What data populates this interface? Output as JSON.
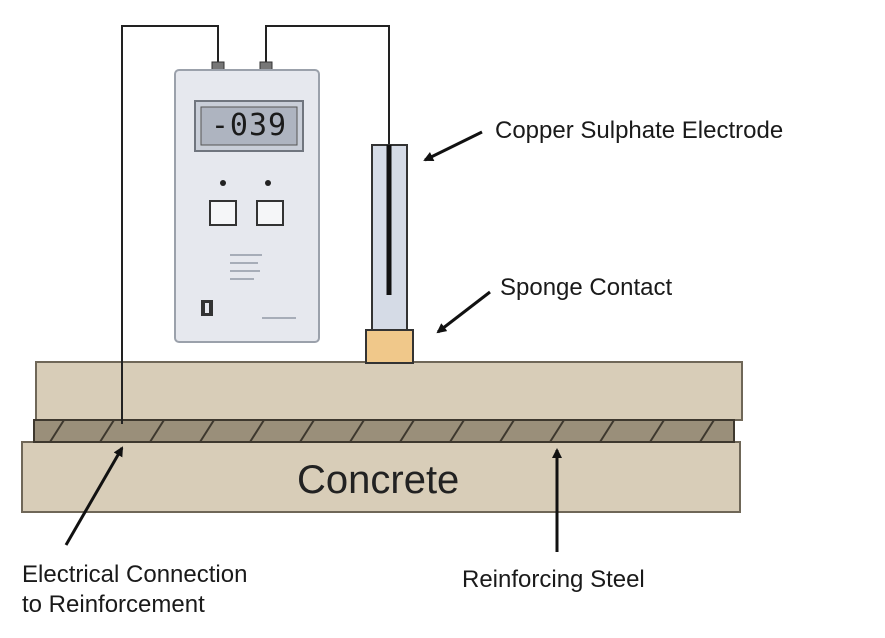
{
  "meter": {
    "display_reading": "-039"
  },
  "labels": {
    "electrode": "Copper Sulphate Electrode",
    "sponge": "Sponge Contact",
    "concrete": "Concrete",
    "connection_line1": "Electrical Connection",
    "connection_line2": "to Reinforcement",
    "steel": "Reinforcing Steel"
  },
  "colors": {
    "concrete": "#d8cdb8",
    "steel": "#9a8f7a",
    "meter_body": "#e6e8ee",
    "display": "#aeb4c0",
    "sponge": "#f0c88a",
    "electrode_tube": "#d5dbe6"
  }
}
